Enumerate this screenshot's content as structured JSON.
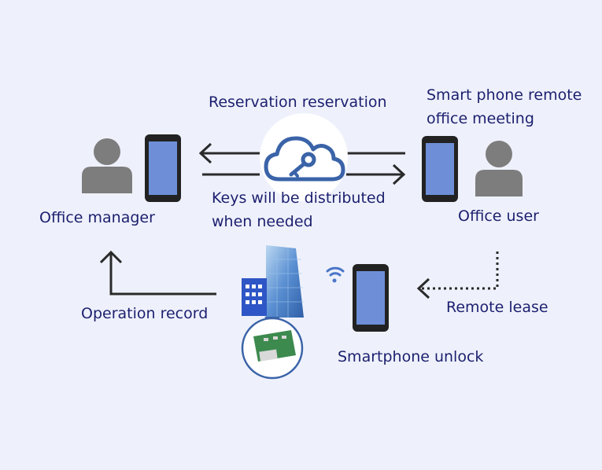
{
  "labels": {
    "reservation": "Reservation reservation",
    "remote_meeting_line1": "Smart phone remote",
    "remote_meeting_line2": "office meeting",
    "keys_line1": "Keys will be distributed",
    "keys_line2": "when needed",
    "office_manager": "Office manager",
    "office_user": "Office user",
    "operation_record": "Operation record",
    "remote_lease": "Remote lease",
    "smartphone_unlock": "Smartphone unlock"
  },
  "colors": {
    "background": "#eef1fb",
    "text": "#1c1f6e",
    "person": "#7d7d7d",
    "phone_body": "#222222",
    "phone_screen": "#6e8fd8",
    "arrow": "#2a2a2a",
    "cloud": "#3a63a8",
    "wifi": "#4a76c8"
  },
  "icons": {
    "manager_person": "person-icon",
    "user_person": "person-icon",
    "cloud_key": "cloud-key-icon",
    "building": "office-building-icon",
    "lock_board": "circuit-board-icon",
    "wifi": "wifi-icon"
  }
}
